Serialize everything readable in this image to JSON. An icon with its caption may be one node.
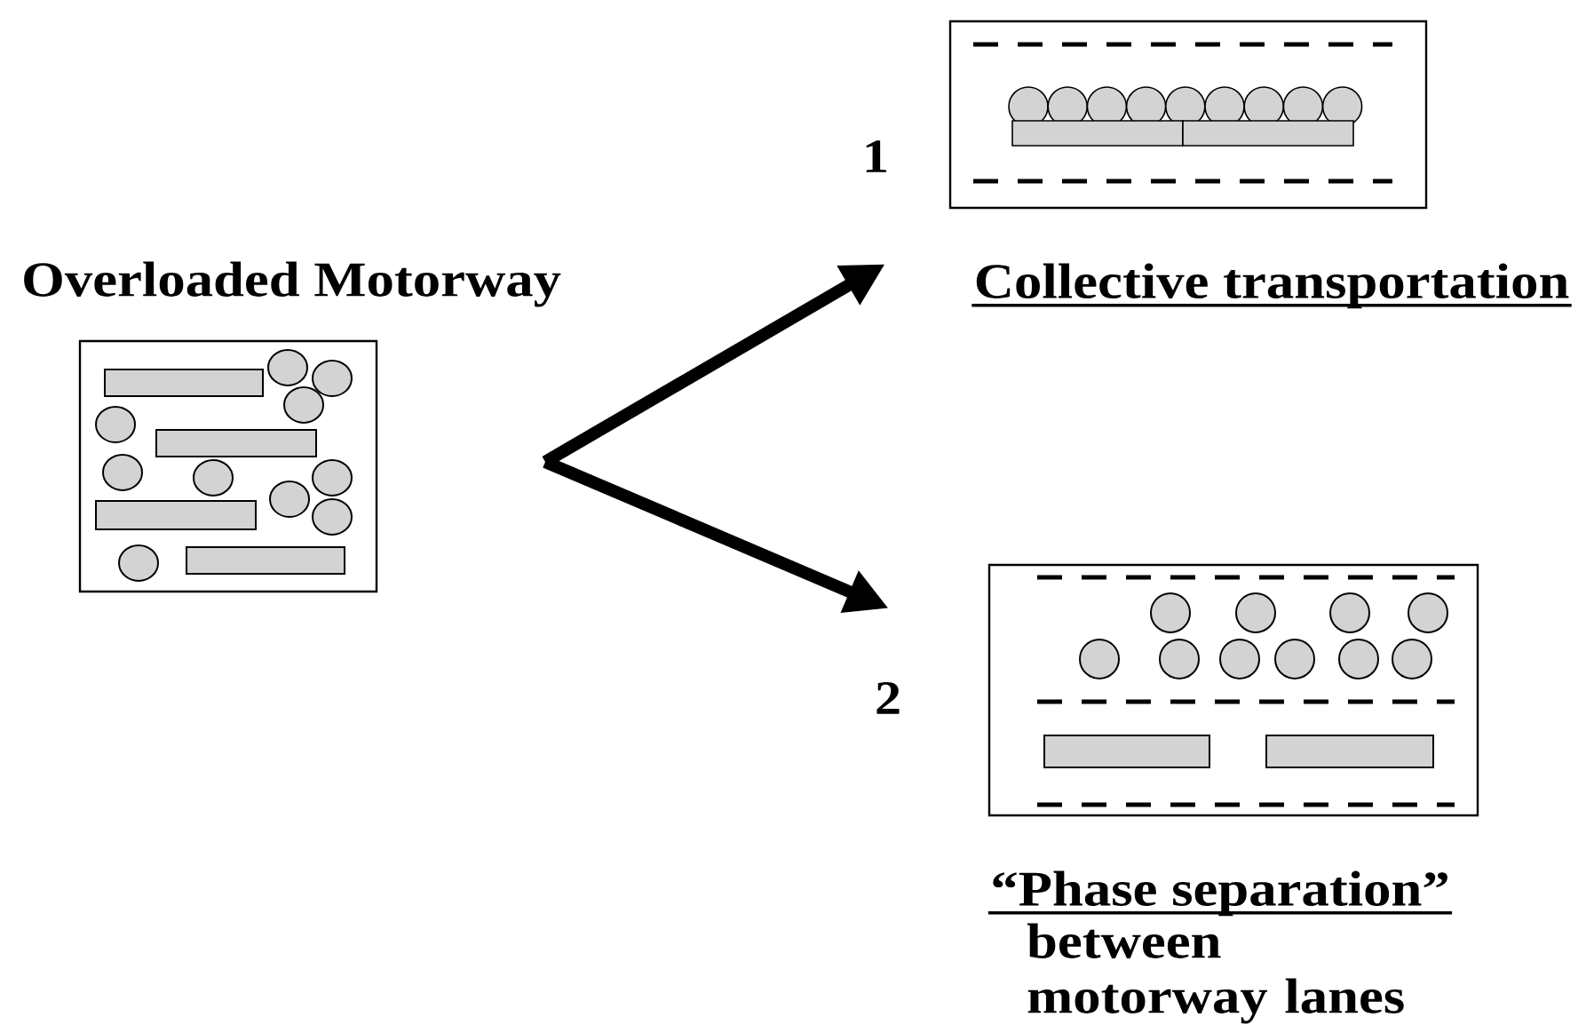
{
  "diagram": {
    "nodes": [
      {
        "text": [
          "Overloaded Motorway"
        ]
      },
      {
        "text": [
          "Collective transportation"
        ],
        "beside": [
          "1"
        ]
      },
      {
        "text": [
          "“Phase separation”",
          "between motorway lanes"
        ],
        "beside": [
          "2"
        ]
      }
    ],
    "edges": [
      {
        "from": null,
        "to": 1,
        "arrow": "to"
      },
      {
        "from": null,
        "to": 2,
        "arrow": "to"
      }
    ]
  }
}
